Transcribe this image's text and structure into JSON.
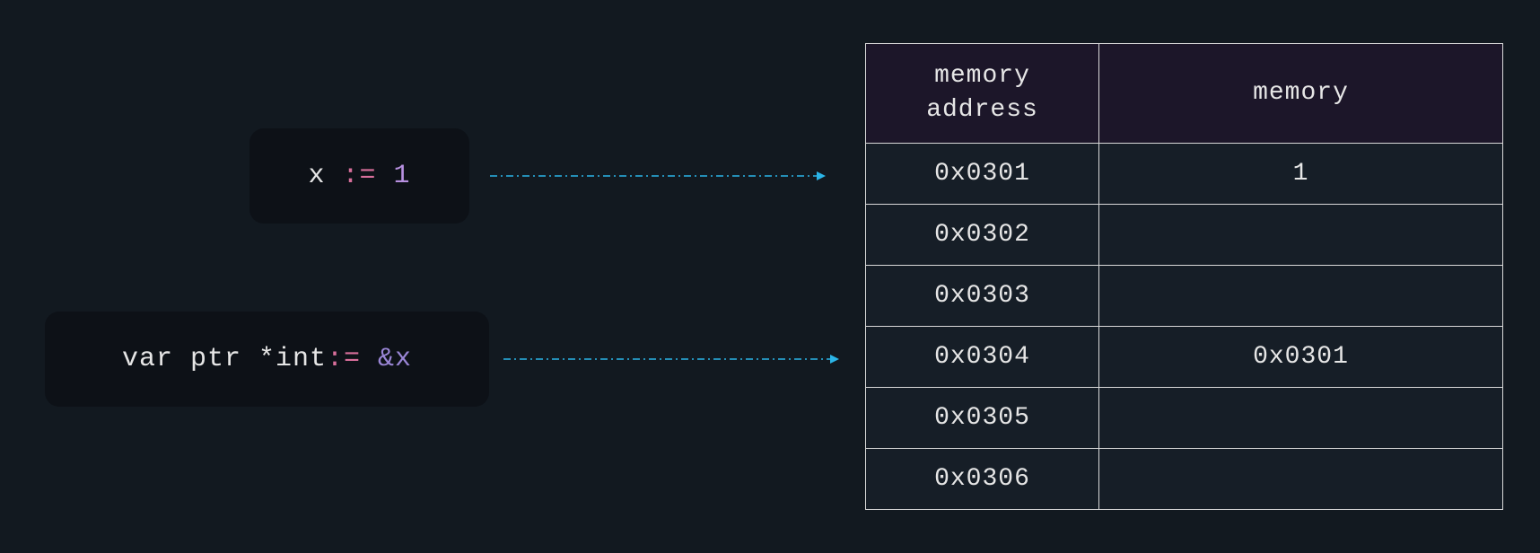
{
  "code": {
    "line1": {
      "var": "x",
      "op": ":=",
      "value": "1"
    },
    "line2": {
      "decl": "var ptr *int",
      "op": ":=",
      "value": "&x"
    }
  },
  "table": {
    "headers": {
      "address": "memory\naddress",
      "memory": "memory"
    },
    "rows": [
      {
        "address": "0x0301",
        "value": "1"
      },
      {
        "address": "0x0302",
        "value": ""
      },
      {
        "address": "0x0303",
        "value": ""
      },
      {
        "address": "0x0304",
        "value": "0x0301"
      },
      {
        "address": "0x0305",
        "value": ""
      },
      {
        "address": "0x0306",
        "value": ""
      }
    ]
  },
  "colors": {
    "background": "#121920",
    "code_box": "#0d1117",
    "operator": "#d86f9b",
    "number": "#b790e0",
    "memory_value": "#e08fa0",
    "arrow": "#2bb5e8",
    "header_bg": "#1c1629",
    "cell_bg": "#161e27",
    "border": "#d9d9d9"
  }
}
